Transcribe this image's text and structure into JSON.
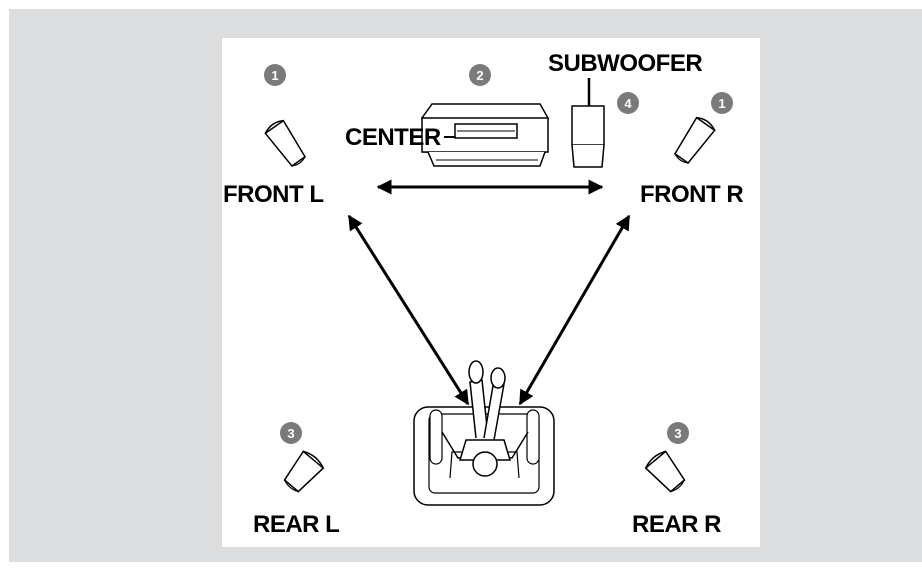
{
  "labels": {
    "front_l": "FRONT L",
    "front_r": "FRONT R",
    "center": "CENTER",
    "subwoofer": "SUBWOOFER",
    "rear_l": "REAR L",
    "rear_r": "REAR R"
  },
  "badges": {
    "front_l": "1",
    "front_r": "1",
    "center": "2",
    "rear_l": "3",
    "rear_r": "3",
    "subwoofer": "4"
  },
  "colors": {
    "background": "#dcdddf",
    "panel": "#ffffff",
    "badge": "#7a7a7a",
    "ink": "#000000"
  }
}
